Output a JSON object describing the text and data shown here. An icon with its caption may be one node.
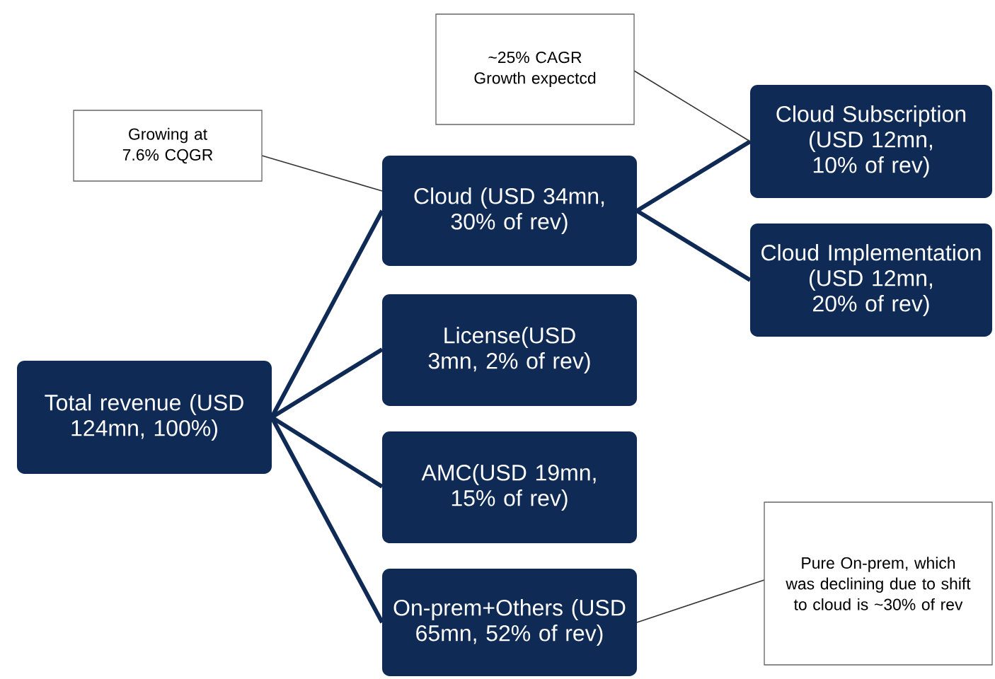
{
  "diagram": {
    "nodes": [
      {
        "text": [
          "Total revenue (USD 124mn, 100%)"
        ]
      },
      {
        "text": [
          "Cloud (USD 34mn, 30% of rev)"
        ]
      },
      {
        "text": [
          "License(USD 3mn, 2% of rev)"
        ]
      },
      {
        "text": [
          "AMC(USD 19mn, 15% of rev)"
        ]
      },
      {
        "text": [
          "On-prem+Others (USD 65mn, 52% of rev)"
        ]
      },
      {
        "text": [
          "Cloud Subscription (USD 12mn, 10% of rev)"
        ]
      },
      {
        "text": [
          "Cloud Implementation (USD 12mn, 20% of rev)"
        ]
      },
      {
        "text": [
          "Growing at 7.6% CQGR"
        ]
      },
      {
        "text": [
          "~25% CAGR Growth expectcd"
        ]
      },
      {
        "text": [
          "Pure On-prem, which was declining due to shift to cloud is ~30% of rev"
        ]
      }
    ],
    "edges": [
      {
        "from": 0,
        "to": 1,
        "arrow": "none"
      },
      {
        "from": 0,
        "to": 2,
        "arrow": "none"
      },
      {
        "from": 0,
        "to": 3,
        "arrow": "none"
      },
      {
        "from": 0,
        "to": 4,
        "arrow": "none"
      },
      {
        "from": 1,
        "to": 5,
        "arrow": "none"
      },
      {
        "from": 1,
        "to": 6,
        "arrow": "none"
      },
      {
        "from": 7,
        "to": 1,
        "arrow": "none",
        "color": "#333333"
      },
      {
        "from": 8,
        "to": 5,
        "arrow": "none",
        "color": "#333333"
      },
      {
        "from": 9,
        "to": 4,
        "arrow": "none",
        "color": "#333333"
      }
    ]
  }
}
